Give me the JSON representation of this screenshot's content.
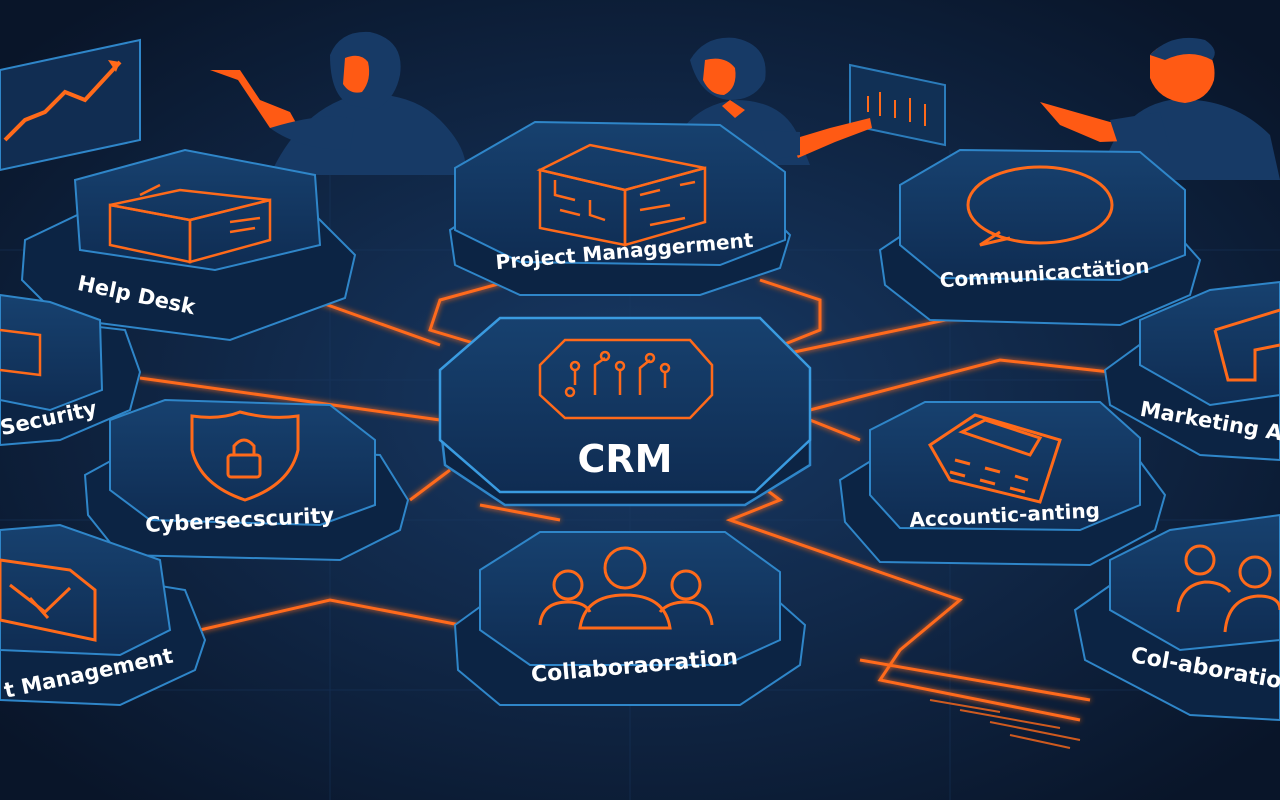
{
  "colors": {
    "background": "#0b1a33",
    "tile_top": "#123258",
    "tile_side": "#0c2444",
    "tile_edge": "#2f86c9",
    "accent_orange": "#ff6a1a",
    "label_text": "#ffffff",
    "figure_body": "#173a66",
    "figure_skin": "#ff5a14"
  },
  "hub": {
    "label": "CRM",
    "icon": "circuit-chip-icon"
  },
  "modules": [
    {
      "id": "help-desk",
      "label": "Help Desk",
      "icon": "box-icon"
    },
    {
      "id": "project-management",
      "label": "Project Managgerment",
      "icon": "crate-icon"
    },
    {
      "id": "communication",
      "label": "Communicactätion",
      "icon": "speech-bubble-icon"
    },
    {
      "id": "security-left",
      "label": "Security",
      "icon": "screen-icon"
    },
    {
      "id": "marketing",
      "label": "Marketing A",
      "icon": "megaphone-icon"
    },
    {
      "id": "cybersecurity",
      "label": "Cybersecscurity",
      "icon": "shield-lock-icon"
    },
    {
      "id": "accounting",
      "label": "Accountic-anting",
      "icon": "calculator-icon"
    },
    {
      "id": "management-left",
      "label": "t Management",
      "icon": "envelope-icon"
    },
    {
      "id": "collaboration",
      "label": "Collaboraoration",
      "icon": "group-icon"
    },
    {
      "id": "collaboration-right",
      "label": "Col-aboratio",
      "icon": "team-icon"
    }
  ],
  "people": [
    {
      "id": "woman-left",
      "gesture": "pointing"
    },
    {
      "id": "woman-center",
      "gesture": "pointing"
    },
    {
      "id": "man-right",
      "gesture": "pointing"
    }
  ]
}
